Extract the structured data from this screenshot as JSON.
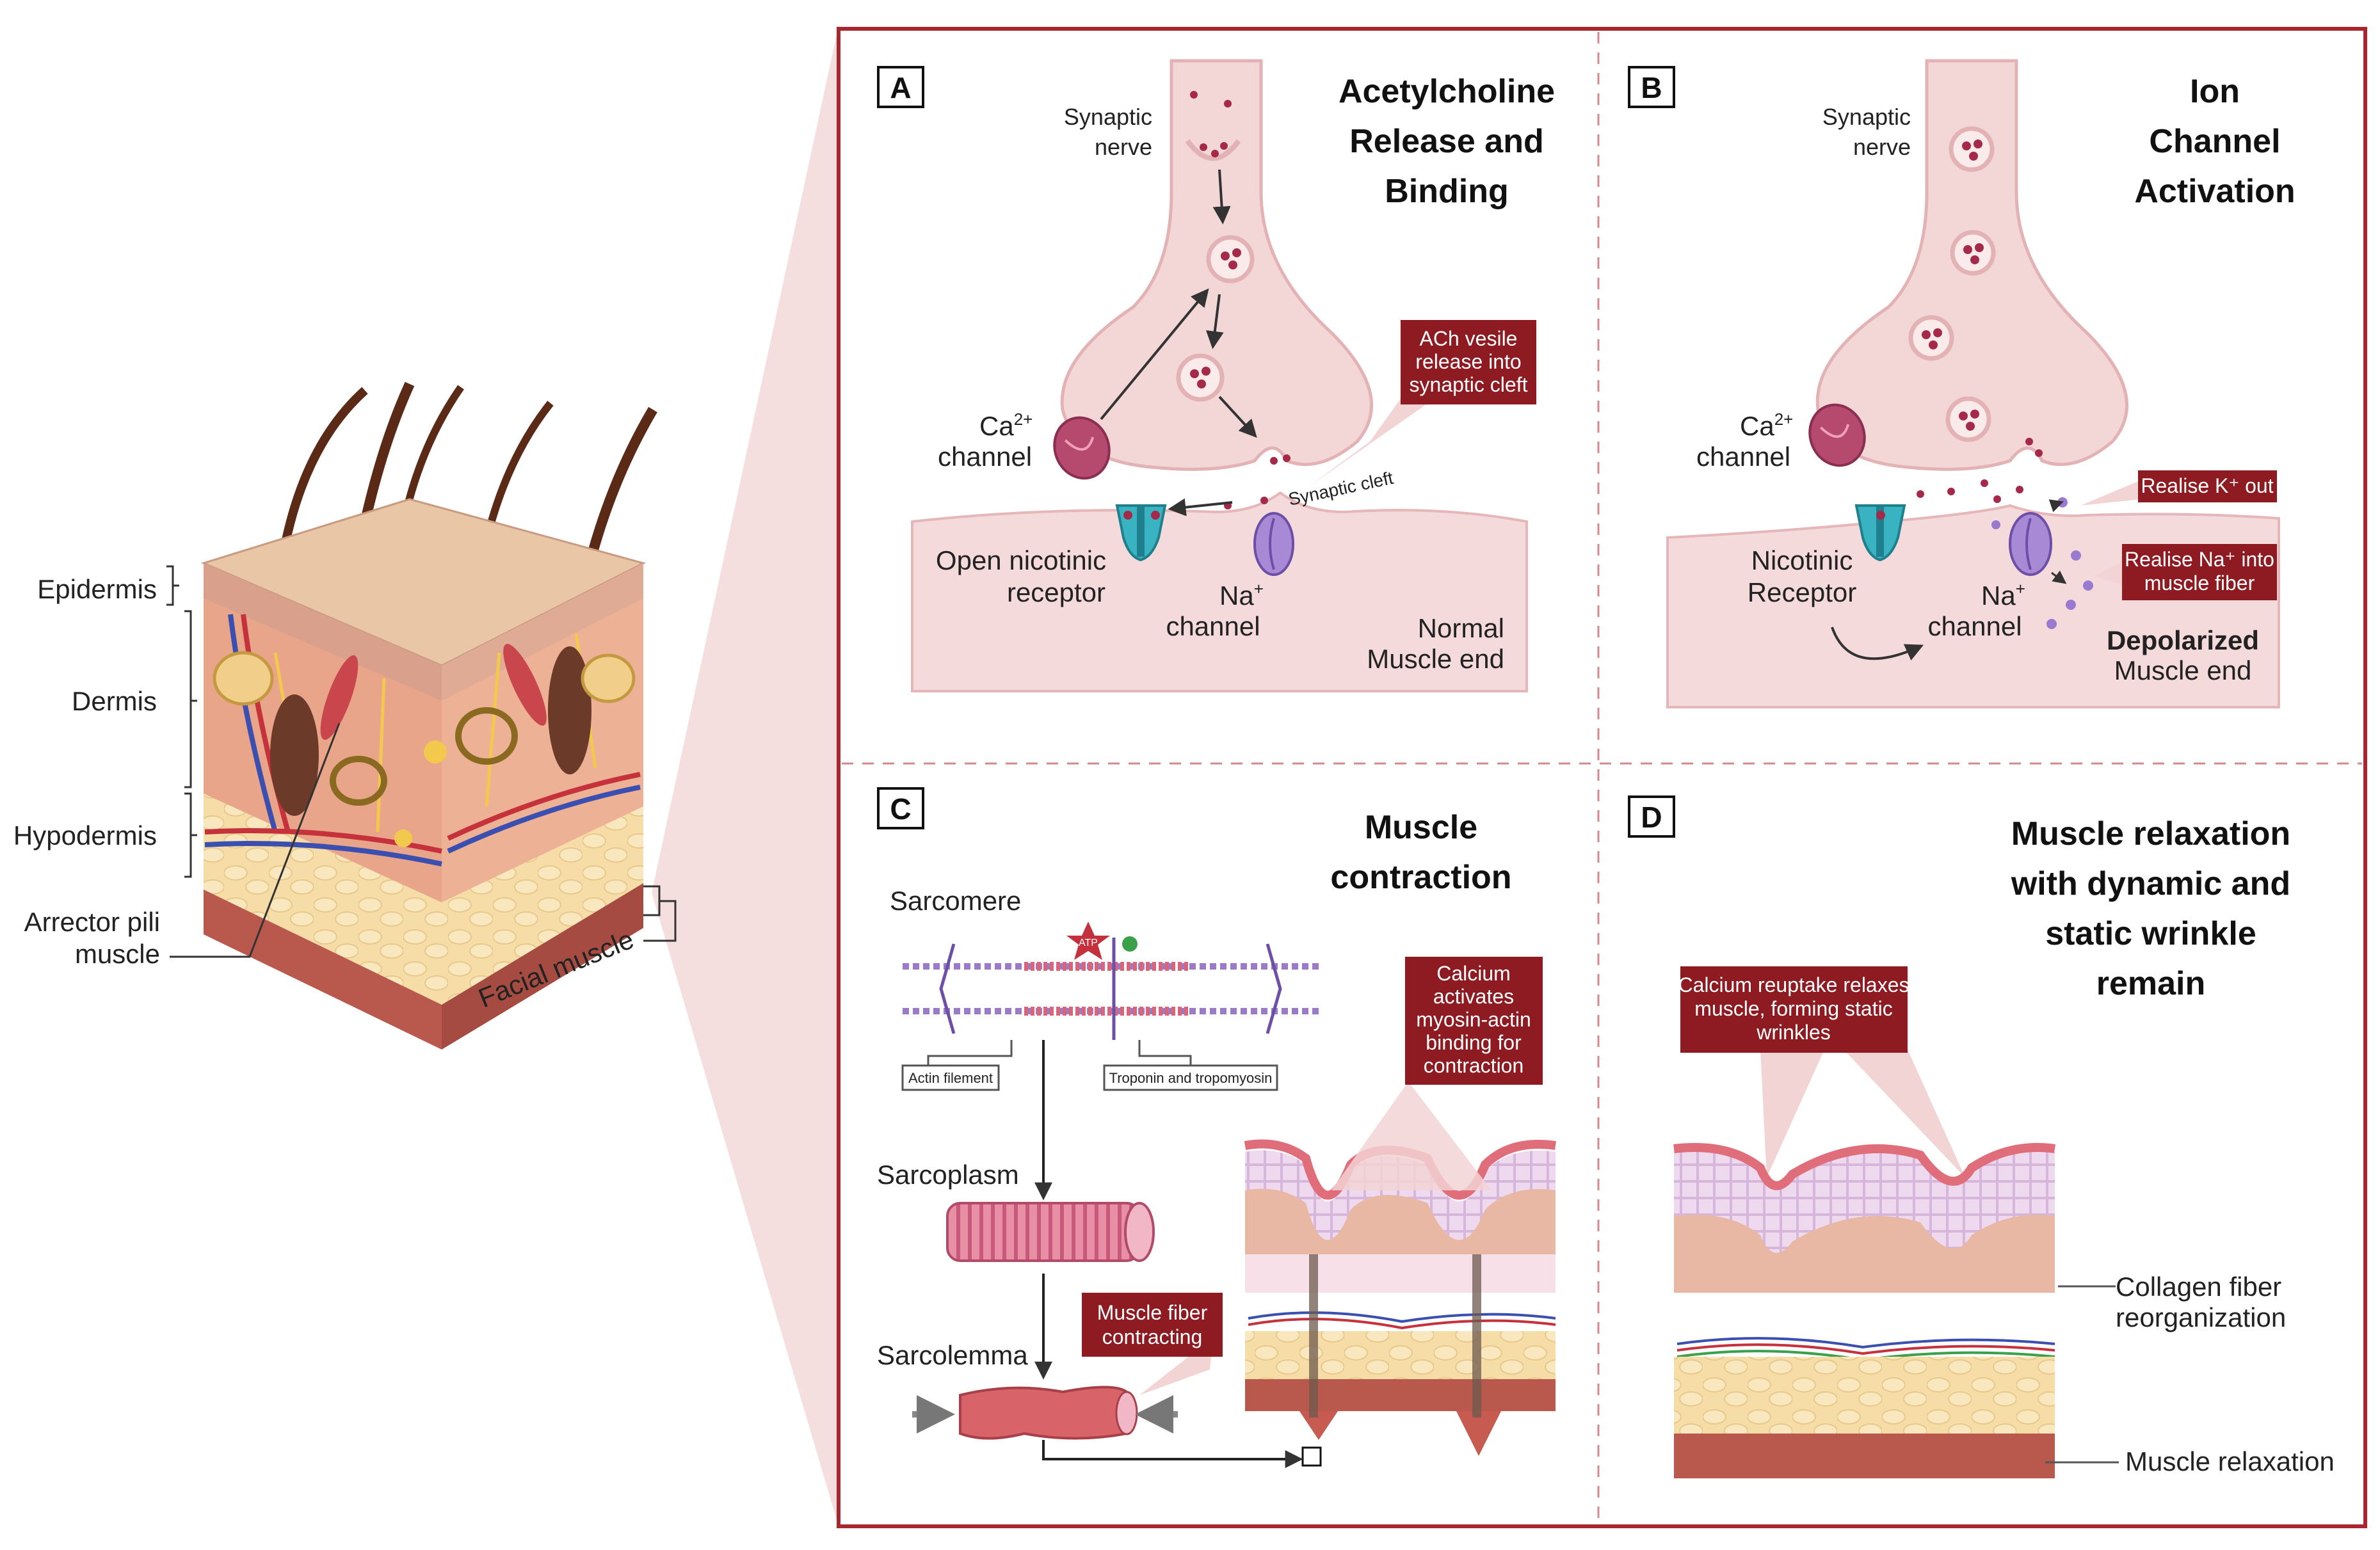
{
  "skin": {
    "labels": {
      "epidermis": "Epidermis",
      "dermis": "Dermis",
      "hypodermis": "Hypodermis",
      "arrector_pili_1": "Arrector pili",
      "arrector_pili_2": "muscle",
      "facial_muscle": "Facial muscle"
    }
  },
  "panel_a": {
    "letter": "A",
    "title_lines": [
      "Acetylcholine",
      "Release and",
      "Binding"
    ],
    "synaptic_nerve_1": "Synaptic",
    "synaptic_nerve_2": "nerve",
    "ca_channel_1": "Ca",
    "ca_channel_sup": "2+",
    "ca_channel_2": "channel",
    "synaptic_cleft": "Synaptic cleft",
    "open_receptor_1": "Open nicotinic",
    "open_receptor_2": "receptor",
    "na_channel_1": "Na",
    "na_channel_sup": "+",
    "na_channel_2": "channel",
    "normal_1": "Normal",
    "normal_2": "Muscle end",
    "callout_lines": [
      "ACh vesile",
      "release into",
      "synaptic cleft"
    ]
  },
  "panel_b": {
    "letter": "B",
    "title_lines": [
      "Ion",
      "Channel",
      "Activation"
    ],
    "synaptic_nerve_1": "Synaptic",
    "synaptic_nerve_2": "nerve",
    "ca_channel_1": "Ca",
    "ca_channel_sup": "2+",
    "ca_channel_2": "channel",
    "nicotinic_1": "Nicotinic",
    "nicotinic_2": "Receptor",
    "na_channel_1": "Na",
    "na_channel_sup": "+",
    "na_channel_2": "channel",
    "depolarized_1": "Depolarized",
    "depolarized_2": "Muscle end",
    "callout_k": "Realise K⁺ out",
    "callout_na_lines": [
      "Realise Na⁺ into",
      "muscle fiber"
    ]
  },
  "panel_c": {
    "letter": "C",
    "title_lines": [
      "Muscle",
      "contraction"
    ],
    "sarcomere": "Sarcomere",
    "actin": "Actin filement",
    "troponin": "Troponin and tropomyosin",
    "atp": "ATP",
    "sarcoplasm": "Sarcoplasm",
    "sarcolemma": "Sarcolemma",
    "callout_fiber_lines": [
      "Muscle fiber",
      "contracting"
    ],
    "callout_calcium_lines": [
      "Calcium",
      "activates",
      "myosin-actin",
      "binding for",
      "contraction"
    ]
  },
  "panel_d": {
    "letter": "D",
    "title_lines": [
      "Muscle relaxation",
      "with dynamic and",
      "static wrinkle",
      "remain"
    ],
    "callout_lines": [
      "Calcium reuptake relaxes",
      "muscle, forming static",
      "wrinkles"
    ],
    "collagen_1": "Collagen fiber",
    "collagen_2": "reorganization",
    "relaxation": "Muscle relaxation"
  },
  "colors": {
    "frame": "#a8262d",
    "callout": "#8e1b22",
    "panel_bg": "#f7e1e1",
    "nerve": "#f3d6d6",
    "vesicle": "#a52a4a",
    "receptor_teal": "#39b3c2",
    "channel_purple": "#a889d6",
    "muscle_red": "#d8646a"
  }
}
